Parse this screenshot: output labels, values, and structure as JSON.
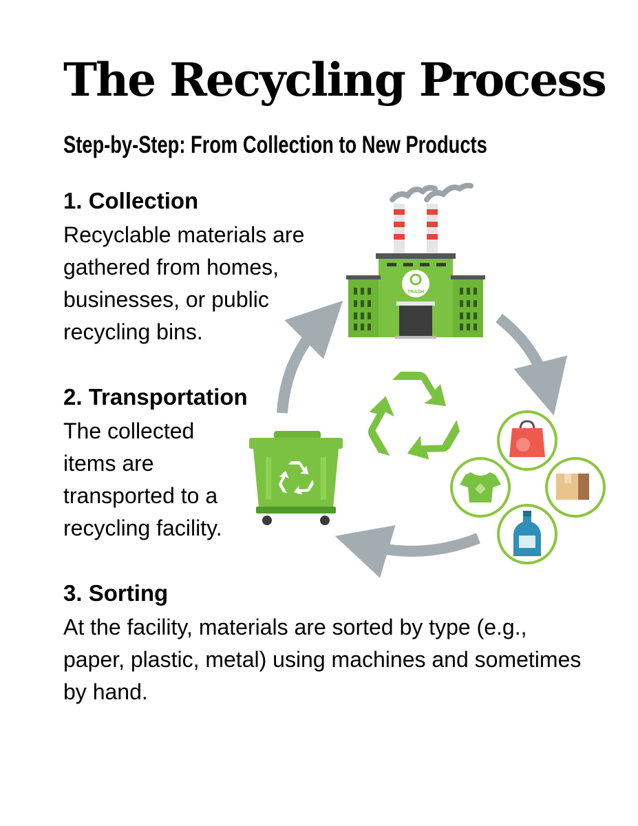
{
  "title": "The Recycling Process",
  "subtitle": "Step-by-Step: From Collection to New Products",
  "steps": [
    {
      "heading": "1. Collection",
      "body": "Recyclable materials are gathered from homes, businesses, or public recycling bins."
    },
    {
      "heading": "2. Transportation",
      "body": "The collected items are transported to a recycling facility."
    },
    {
      "heading": "3. Sorting",
      "body": "At the facility, materials are sorted by type (e.g., paper, plastic, metal) using machines and sometimes by hand."
    }
  ],
  "illustration": {
    "factory_sign": "TRASH",
    "icons": [
      "factory-icon",
      "recycling-bin-icon",
      "recycle-symbol-icon",
      "shopping-bag-icon",
      "t-shirt-icon",
      "cardboard-box-icon",
      "bottle-icon",
      "cycle-arrow-icon"
    ],
    "colors": {
      "green": "#7cc242",
      "dark_green": "#4f9a2a",
      "arrow_gray": "#a3adb1",
      "bag_red": "#ef5a4e",
      "box_tan": "#e8c38c",
      "bottle_blue": "#2f8fb8"
    }
  }
}
